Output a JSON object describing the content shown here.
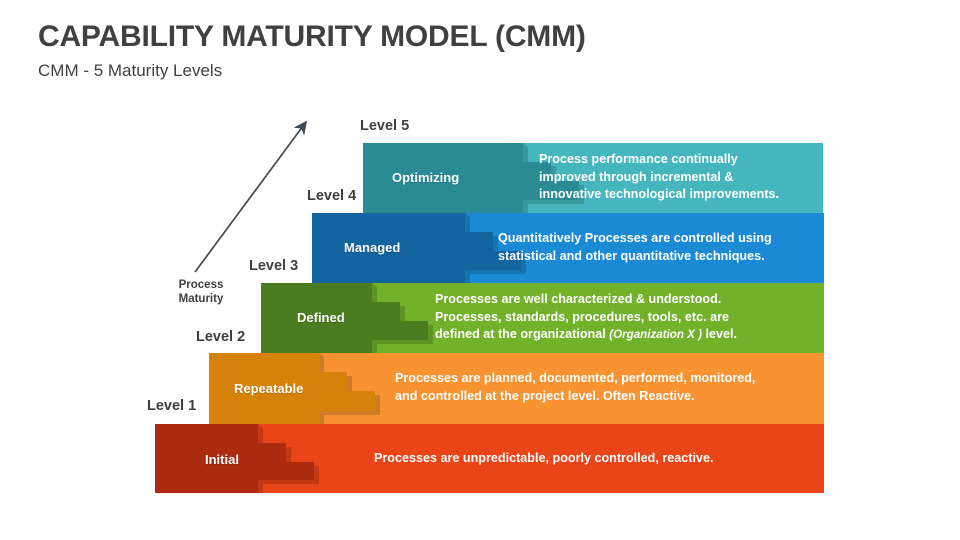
{
  "slide": {
    "title": "CAPABILITY MATURITY MODEL (CMM)",
    "subtitle": "CMM - 5 Maturity Levels",
    "background": "#ffffff"
  },
  "arrow": {
    "caption_line1": "Process",
    "caption_line2": "Maturity",
    "color": "#3f4a52",
    "direction": "up-right"
  },
  "levels": [
    {
      "label": "Level 5",
      "name": "Optimizing",
      "description": "Process performance continually improved through incremental & innovative  technological improvements.",
      "desc_lines": [
        "Process performance continually",
        "improved through incremental &",
        "innovative  technological improvements."
      ],
      "dark_color": "#2a8b94",
      "light_color": "#45b6bd"
    },
    {
      "label": "Level 4",
      "name": "Managed",
      "description": "Quantitatively Processes are controlled using statistical and other quantitative  techniques.",
      "desc_lines": [
        "Quantitatively Processes are controlled using",
        "statistical and other quantitative  techniques."
      ],
      "dark_color": "#12659e",
      "light_color": "#1b8ad5"
    },
    {
      "label": "Level 3",
      "name": "Defined",
      "description": "Processes are well characterized & understood. Processes, standards, procedures, tools, etc. are defined at the  organizational (Organization X ) level.",
      "desc_lines": [
        "Processes are well characterized & understood.",
        "Processes, standards, procedures, tools, etc. are",
        "defined at the  organizational (Organization X ) level."
      ],
      "desc_italic_fragment": "(Organization X )",
      "dark_color": "#4b7c20",
      "light_color": "#72b12a"
    },
    {
      "label": "Level 2",
      "name": "Repeatable",
      "description": "Processes are planned, documented, performed, monitored, and controlled at the project level. Often Reactive.",
      "desc_lines": [
        "Processes are planned, documented, performed, monitored,",
        "and controlled at the project level. Often Reactive."
      ],
      "dark_color": "#d4820a",
      "light_color": "#f79331"
    },
    {
      "label": "Level 1",
      "name": "Initial",
      "description": "Processes are unpredictable, poorly controlled, reactive.",
      "desc_lines": [
        "Processes are unpredictable, poorly controlled, reactive."
      ],
      "dark_color": "#ab2b10",
      "light_color": "#ea4518"
    }
  ]
}
